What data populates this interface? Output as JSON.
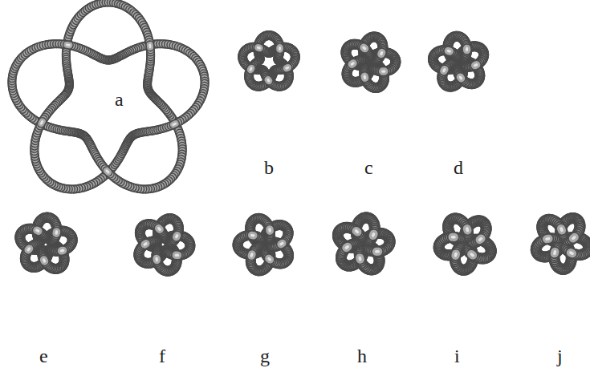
{
  "diagram": {
    "labels": [
      "a",
      "b",
      "c",
      "d",
      "e",
      "f",
      "g",
      "h",
      "i",
      "j"
    ]
  }
}
